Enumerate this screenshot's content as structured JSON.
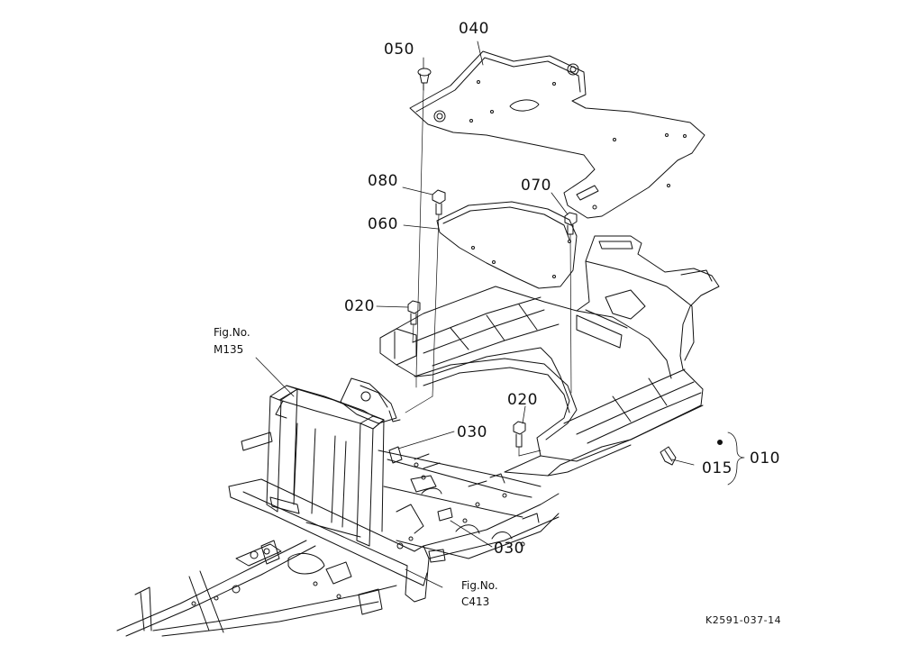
{
  "callouts": {
    "p040": "040",
    "p050": "050",
    "p080": "080",
    "p070": "070",
    "p060": "060",
    "p020a": "020",
    "p020b": "020",
    "p030a": "030",
    "p030b": "030",
    "p015": "015",
    "p010": "010"
  },
  "fig_refs": {
    "m135_label": "Fig.No.",
    "m135_number": "M135",
    "c413_label": "Fig.No.",
    "c413_number": "C413"
  },
  "drawing_code": "K2591-037-14",
  "colors": {
    "line": "#111111",
    "paper": "#ffffff"
  }
}
